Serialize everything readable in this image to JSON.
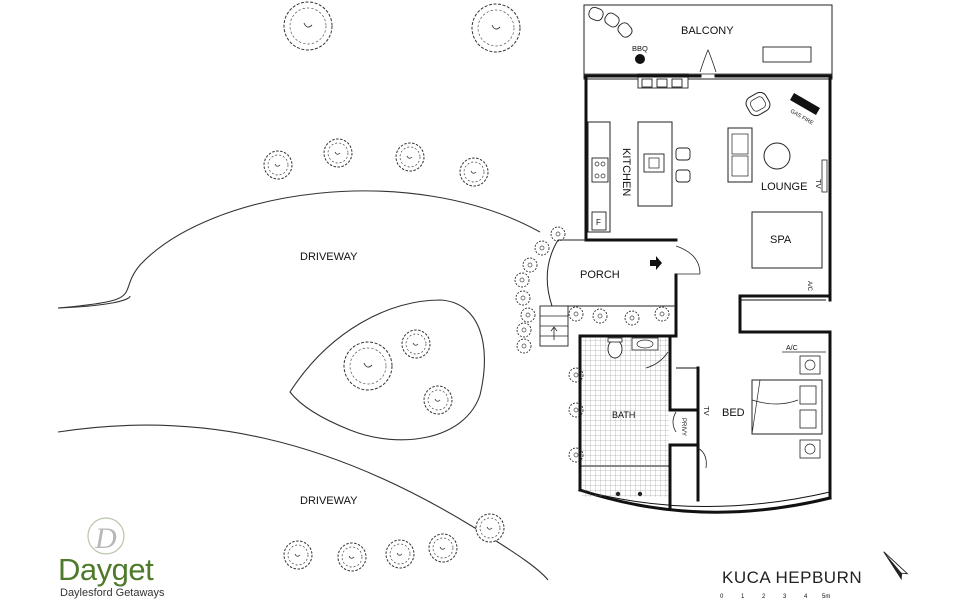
{
  "plan": {
    "property_name": "KUCA HEPBURN",
    "rooms": {
      "balcony": "BALCONY",
      "bbq": "BBQ",
      "kitchen": "KITCHEN",
      "lounge": "LOUNGE",
      "gas_fire": "GAS FIRE",
      "tv": "TV",
      "spa": "SPA",
      "ac": "A/C",
      "porch": "PORCH",
      "bath": "BATH",
      "privy": "PRIVY",
      "bed": "BED",
      "fridge": "F",
      "driveway": "DRIVEWAY"
    },
    "scale_ticks": [
      "0",
      "1",
      "2",
      "3",
      "4",
      "5m"
    ]
  },
  "brand": {
    "name": "Dayget",
    "tagline": "Daylesford Getaways",
    "monogram": "D",
    "color": "#4e7a2c"
  }
}
